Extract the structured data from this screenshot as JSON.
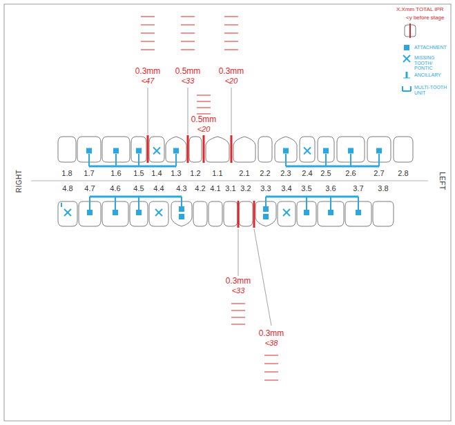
{
  "diagram": {
    "labels": [
      "RIGHT",
      "LEFT",
      "1.8",
      "1.7",
      "1.6",
      "1.5",
      "1.4",
      "1.3",
      "1.2",
      "1.1",
      "2.1",
      "2.2",
      "2.3",
      "2.4",
      "2.5",
      "2.6",
      "2.7",
      "2.8",
      "4.8",
      "4.7",
      "4.6",
      "4.5",
      "4.4",
      "4.3",
      "4.2",
      "4.1",
      "3.1",
      "3.2",
      "3.3",
      "3.4",
      "3.5",
      "3.6",
      "3.7",
      "3.8",
      "0.3mm",
      "<47",
      "0.5mm",
      "<33",
      "0.3mm",
      "<20",
      "0.5mm",
      "<20",
      "0.3mm",
      "<33",
      "0.3mm",
      "<38"
    ],
    "legend": [
      {
        "text": "X.Xmm TOTAL IPR"
      },
      {
        "text": "<y before stage"
      },
      {
        "text": "ATTACHMENT",
        "color": "#2aa7de"
      },
      {
        "text": "MISSING TOOTH/ PONTIC"
      },
      {
        "text": "ANCILLARY"
      },
      {
        "text": "MULTI-TOOTH UNIT"
      }
    ]
  }
}
